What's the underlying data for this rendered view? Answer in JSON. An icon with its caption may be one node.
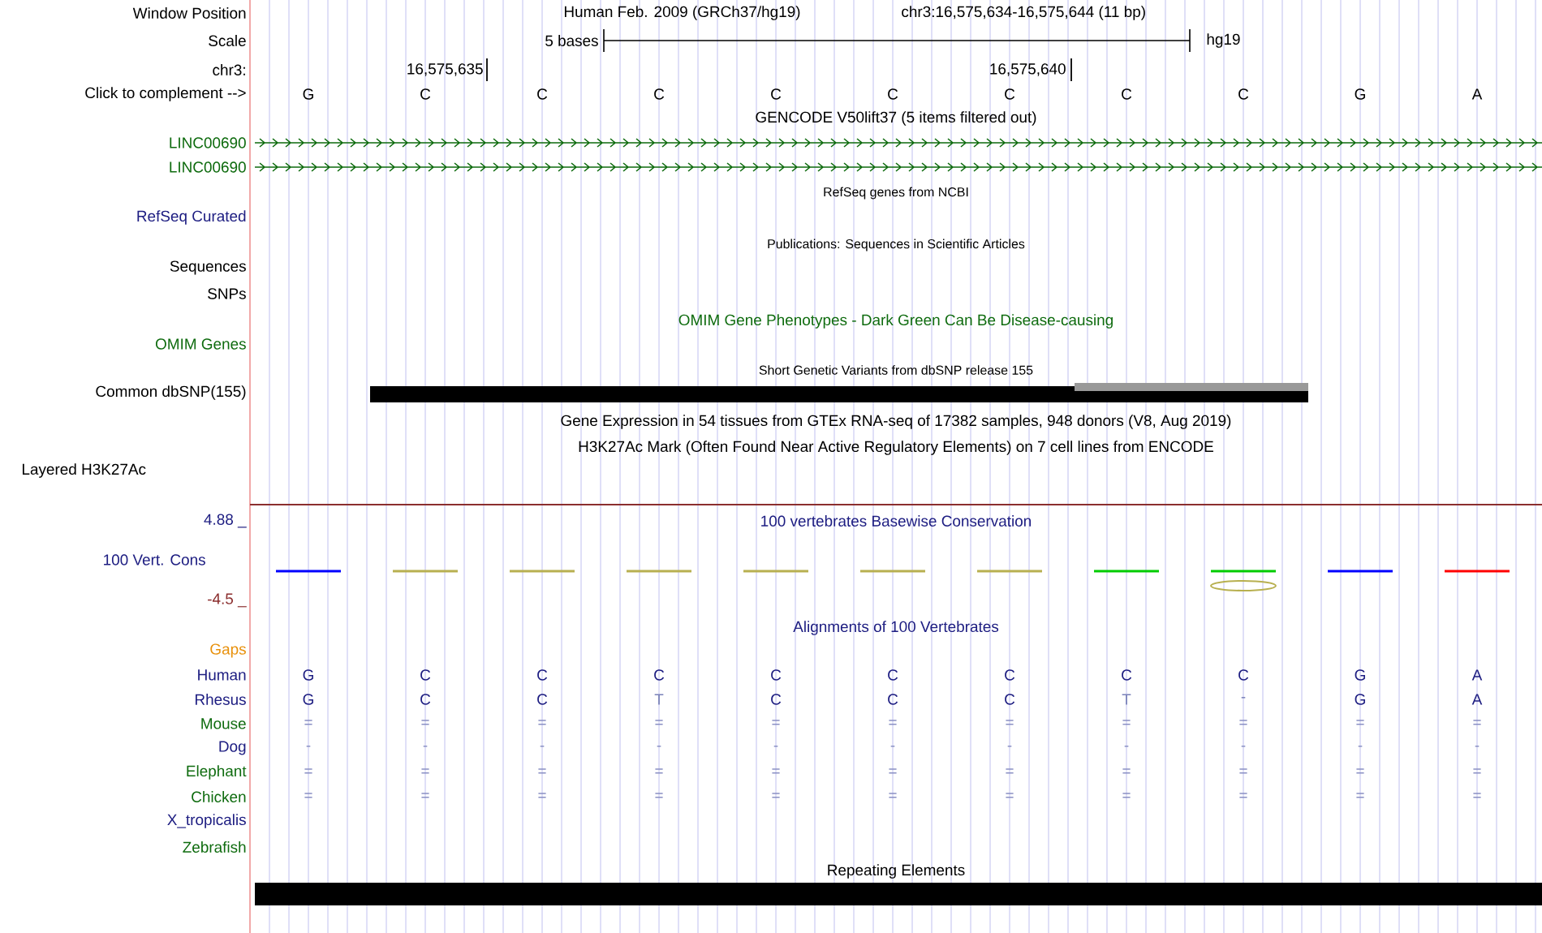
{
  "diagram": {
    "labels": [
      "Window Position",
      "Human Feb. 2009 (GRCh37/hg19)",
      "chr3:16,575,634-16,575,644 (11 bp)",
      "Scale",
      "5 bases",
      "hg19",
      "chr3:",
      "16,575,635",
      "16,575,640",
      "Click to complement -->",
      "G",
      "C",
      "C",
      "C",
      "C",
      "C",
      "C",
      "C",
      "C",
      "G",
      "A",
      "GENCODE V50lift37 (5 items filtered out)",
      "LINC00690",
      "LINC00690",
      "RefSeq genes from NCBI",
      "RefSeq Curated",
      "Publications: Sequences in Scientific Articles",
      "Sequences",
      "SNPs",
      "OMIM Gene Phenotypes - Dark Green Can Be Disease-causing",
      "OMIM Genes",
      "Short Genetic Variants from dbSNP release 155",
      "Common dbSNP(155)",
      "Gene Expression in 54 tissues from GTEx RNA-seq of 17382 samples, 948 donors (V8, Aug 2019)",
      "H3K27Ac Mark (Often Found Near Active Regulatory Elements) on 7 cell lines from ENCODE",
      "Layered H3K27Ac",
      "4.88 _",
      "100 vertebrates Basewise Conservation",
      "100 Vert. Cons",
      "-4.5 _",
      "Alignments of 100 Vertebrates",
      "Gaps",
      "Human",
      "G",
      "C",
      "C",
      "C",
      "C",
      "C",
      "C",
      "C",
      "C",
      "G",
      "A",
      "Rhesus",
      "G",
      "C",
      "C",
      "T",
      "C",
      "C",
      "C",
      "T",
      "-",
      "G",
      "A",
      "Mouse",
      "=",
      "=",
      "=",
      "=",
      "=",
      "=",
      "=",
      "=",
      "=",
      "=",
      "=",
      "Dog",
      "-",
      "-",
      "-",
      "-",
      "-",
      "-",
      "-",
      "-",
      "-",
      "-",
      "-",
      "Elephant",
      "=",
      "=",
      "=",
      "=",
      "=",
      "=",
      "=",
      "=",
      "=",
      "=",
      "=",
      "Chicken",
      "=",
      "=",
      "=",
      "=",
      "=",
      "=",
      "=",
      "=",
      "=",
      "=",
      "=",
      "X_tropicalis",
      "Zebrafish",
      "Repeating Elements"
    ]
  }
}
